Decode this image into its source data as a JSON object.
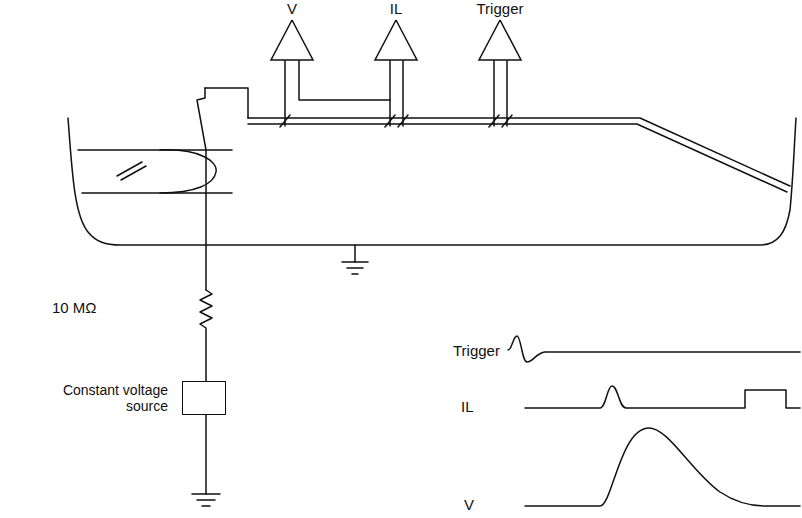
{
  "diagram": {
    "nodes": [
      {
        "text": [
          "V"
        ]
      },
      {
        "text": [
          "IL"
        ]
      },
      {
        "text": [
          "Trigger"
        ]
      },
      {
        "text": [
          "Constant voltage source"
        ]
      }
    ],
    "labels": [
      "10 MΩ",
      "Trigger",
      "IL",
      "V"
    ]
  }
}
